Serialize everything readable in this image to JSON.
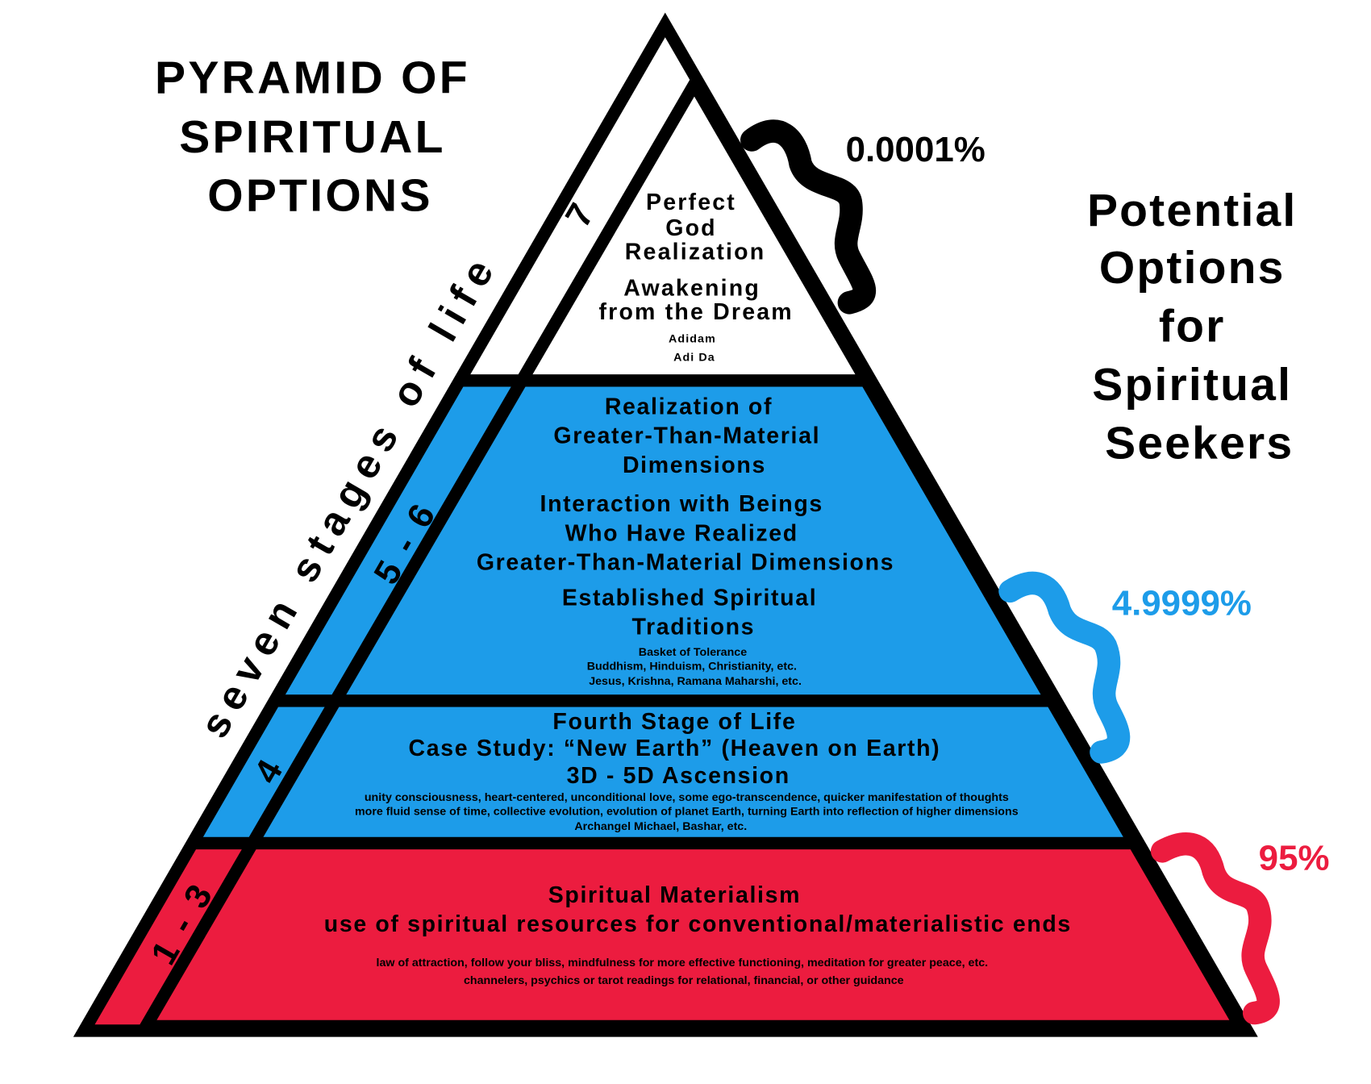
{
  "title_lines": [
    "PYRAMID OF",
    "SPIRITUAL",
    "OPTIONS"
  ],
  "side_title_lines": [
    "Potential",
    "Options",
    "for",
    "Spiritual",
    "Seekers"
  ],
  "axis_label": "seven stages of life",
  "colors": {
    "top": "#ffffff",
    "middle": "#1d9ce9",
    "bottom": "#ec1c3f",
    "outline": "#000000"
  },
  "tiers": {
    "top": {
      "stage": "7",
      "heading_lines": [
        "Perfect",
        "God",
        "Realization"
      ],
      "subheading_lines": [
        "Awakening",
        "from the Dream"
      ],
      "details": [
        "Adidam",
        "Adi Da"
      ],
      "percent": "0.0001%",
      "percent_color": "#000000"
    },
    "upper_middle": {
      "stage": "5 - 6",
      "heading_lines": [
        "Realization of",
        "Greater-Than-Material",
        "Dimensions"
      ],
      "subheading_lines": [
        "Interaction with Beings",
        "Who Have Realized",
        "Greater-Than-Material Dimensions"
      ],
      "tradition_lines": [
        "Established Spiritual",
        "Traditions"
      ],
      "details": [
        "Basket of Tolerance",
        "Buddhism, Hinduism, Christianity, etc.",
        "Jesus, Krishna, Ramana Maharshi, etc."
      ],
      "percent": "4.9999%",
      "percent_color": "#1d9ce9"
    },
    "lower_middle": {
      "stage": "4",
      "heading_lines": [
        "Fourth Stage of Life",
        "Case Study: “New Earth” (Heaven on Earth)",
        "3D - 5D Ascension"
      ],
      "details": [
        "unity consciousness, heart-centered, unconditional love, some ego-transcendence, quicker manifestation of thoughts",
        "more fluid sense of time, collective evolution, evolution of planet Earth, turning Earth into reflection of higher dimensions",
        "Archangel Michael, Bashar, etc."
      ]
    },
    "bottom": {
      "stage": "1 - 3",
      "heading_lines": [
        "Spiritual Materialism",
        "use of spiritual resources for conventional/materialistic ends"
      ],
      "details": [
        "law of attraction, follow your bliss, mindfulness for more effective functioning, meditation for greater peace, etc.",
        "channelers, psychics or tarot readings for relational, financial, or other guidance"
      ],
      "percent": "95%",
      "percent_color": "#ec1c3f"
    }
  }
}
